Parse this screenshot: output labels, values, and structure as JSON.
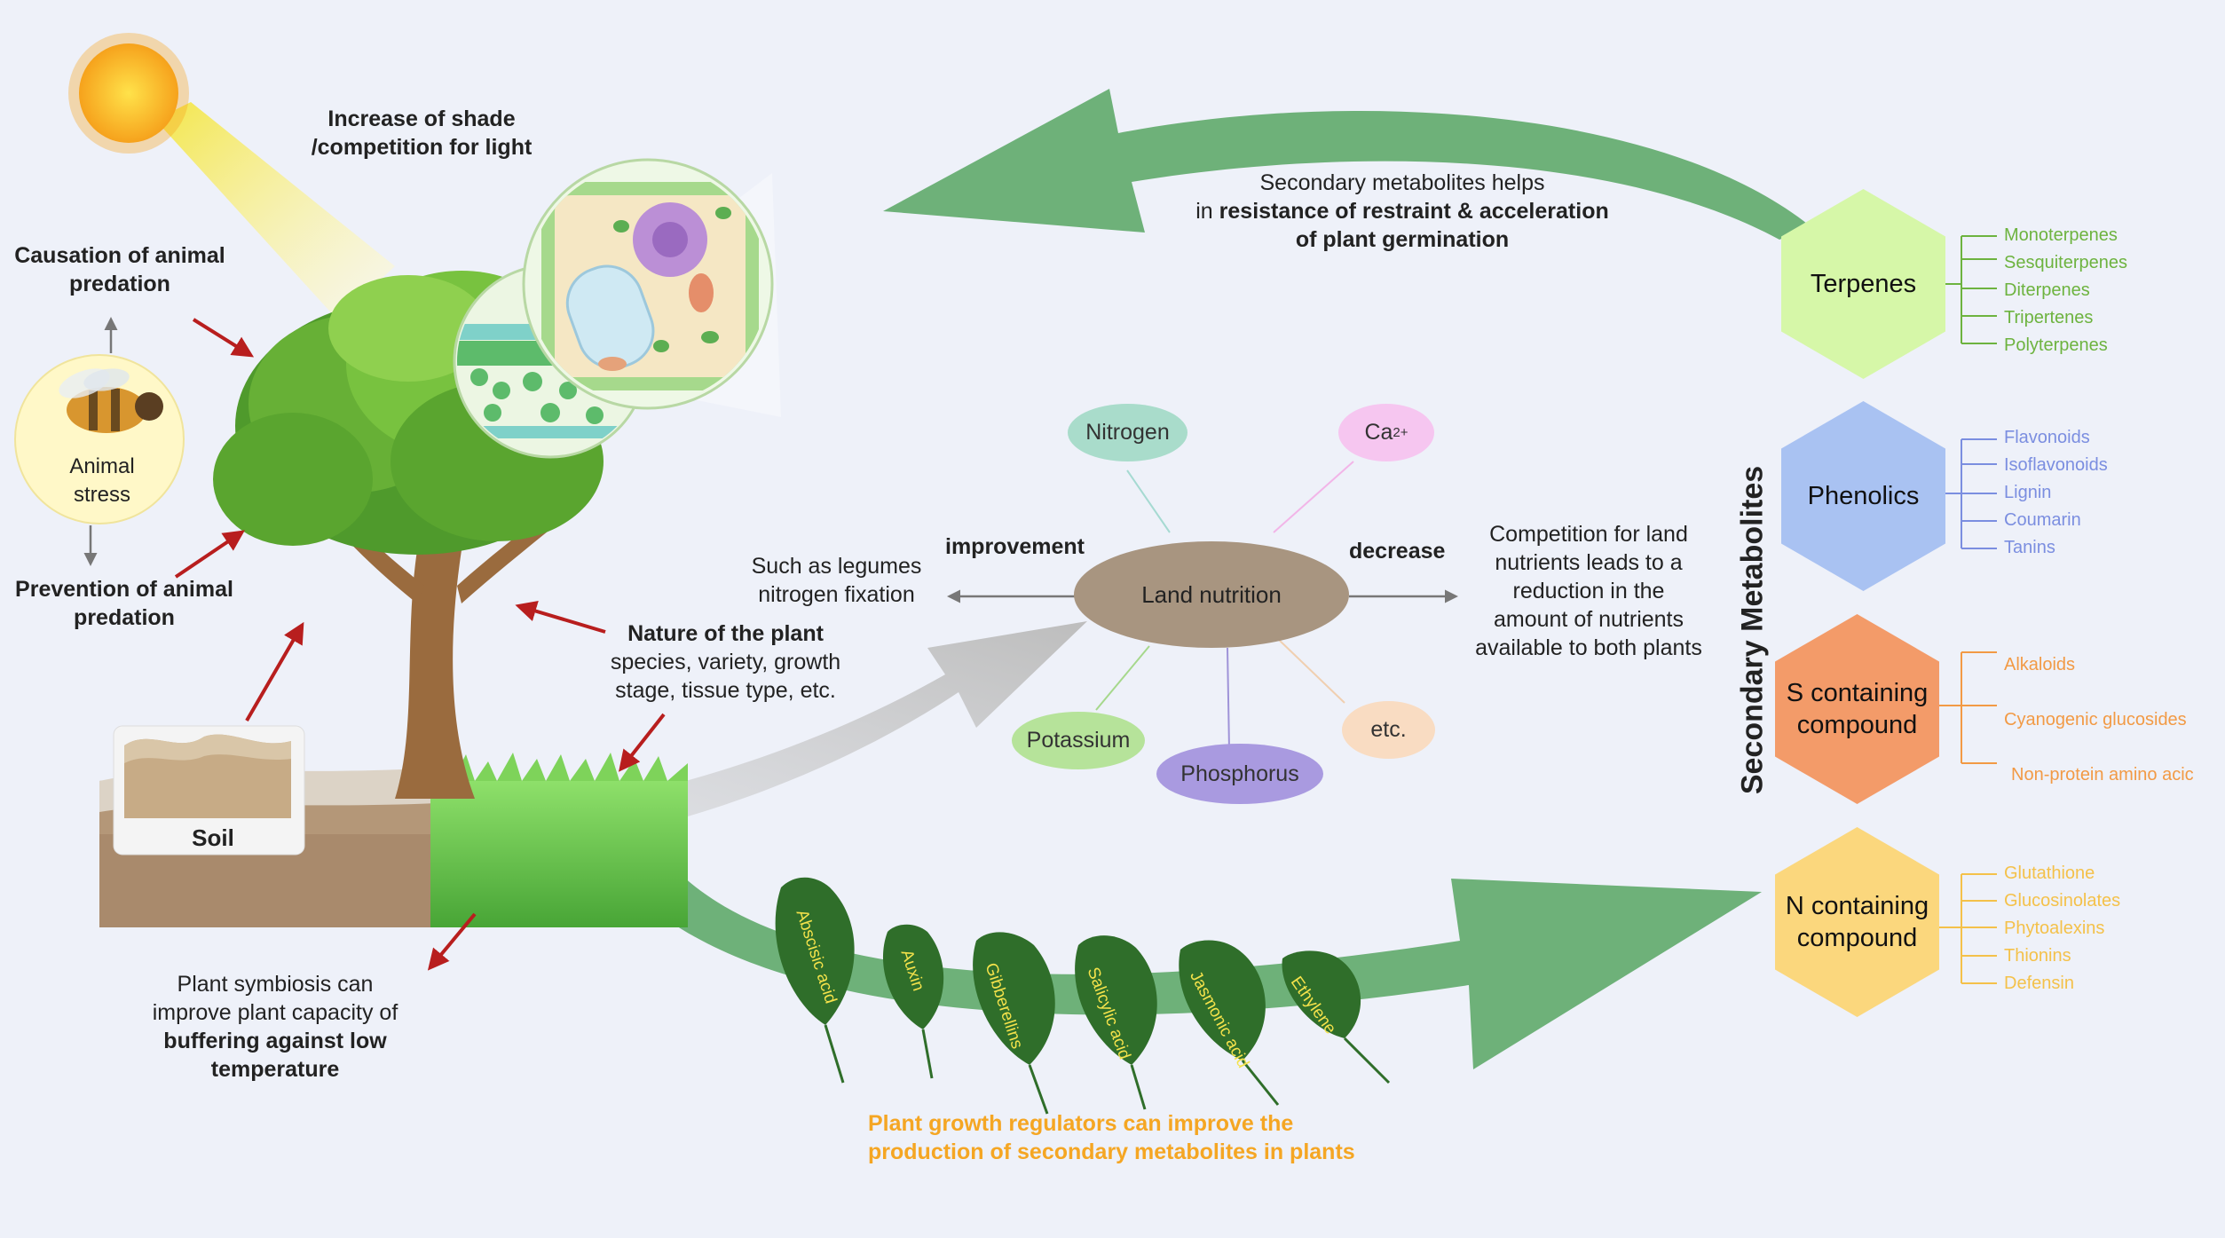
{
  "environment": {
    "shade_label": [
      "Increase of shade",
      "/competition for light"
    ],
    "predation_cause": [
      "Causation of animal",
      "predation"
    ],
    "animal_stress": [
      "Animal",
      "stress"
    ],
    "predation_prevention": [
      "Prevention of animal",
      "predation"
    ],
    "soil_label": "Soil"
  },
  "plant_nature": {
    "title": "Nature of the plant",
    "detail": [
      "species, variety, growth",
      "stage, tissue type, etc."
    ]
  },
  "symbiosis": {
    "line1": "Plant symbiosis can",
    "line2": "improve plant capacity of",
    "line3": "buffering against low",
    "line4": "temperature"
  },
  "germination": {
    "line1": "Secondary metabolites helps",
    "line2_prefix": "in ",
    "line2_bold": "resistance of restraint & acceleration",
    "line3": "of plant germination"
  },
  "land_nutrition": {
    "center": "Land nutrition",
    "improvement": "improvement",
    "decrease": "decrease",
    "legumes": [
      "Such as legumes",
      "nitrogen fixation"
    ],
    "competition": [
      "Competition for land",
      "nutrients leads to a",
      "reduction in the",
      "amount of nutrients",
      "available to both plants"
    ],
    "nutrients": {
      "nitrogen": "Nitrogen",
      "calcium": "Ca",
      "calcium_charge": "2+",
      "potassium": "Potassium",
      "phosphorus": "Phosphorus",
      "etc": "etc."
    }
  },
  "regulators": {
    "hormones": [
      "Abscisic acid",
      "Auxin",
      "Gibberellins",
      "Salicylic acid",
      "Jasmonic acid",
      "Ethylene"
    ],
    "caption": [
      "Plant growth regulators can improve the",
      "production of secondary metabolites in plants"
    ]
  },
  "metabolites": {
    "axis_title": "Secondary Metabolites",
    "groups": [
      {
        "name": [
          "Terpenes"
        ],
        "color": "#d6f7a8",
        "text_color": "#6db33f",
        "items": [
          "Monoterpenes",
          "Sesquiterpenes",
          "Diterpenes",
          "Tripertenes",
          "Polyterpenes"
        ]
      },
      {
        "name": [
          "Phenolics"
        ],
        "color": "#a9c2f2",
        "text_color": "#7b8ee0",
        "items": [
          "Flavonoids",
          "Isoflavonoids",
          "Lignin",
          "Coumarin",
          "Tanins"
        ]
      },
      {
        "name": [
          "S containing",
          "compound"
        ],
        "color": "#f39b69",
        "text_color": "#f29a45",
        "items": [
          "Alkaloids",
          "Cyanogenic glucosides",
          "Non-protein amino acic"
        ]
      },
      {
        "name": [
          "N containing",
          "compound"
        ],
        "color": "#fbd77d",
        "text_color": "#f4c14a",
        "items": [
          "Glutathione",
          "Glucosinolates",
          "Phytoalexins",
          "Thionins",
          "Defensin"
        ]
      }
    ]
  },
  "colors": {
    "arrow_green": "#5faa6a",
    "arrow_red": "#b81e1e",
    "caption_orange": "#f5a623"
  }
}
